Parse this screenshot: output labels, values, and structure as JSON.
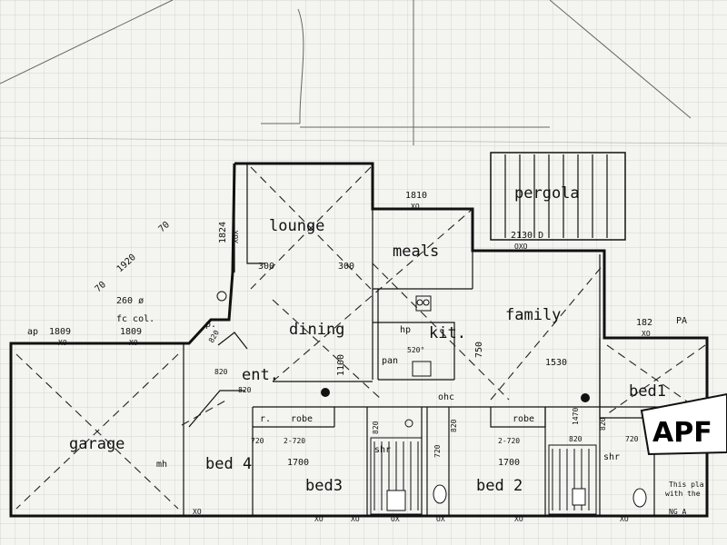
{
  "rooms": {
    "lounge": "lounge",
    "meals": "meals",
    "pergola": "pergola",
    "family": "family",
    "dining": "dining",
    "kit": "kit.",
    "garage": "garage",
    "bed4": "bed 4",
    "bed3": "bed3",
    "bed2": "bed 2",
    "bed1": "bed1",
    "ent": "ent.",
    "robe1": "robe",
    "robe2": "robe",
    "p": "p.",
    "r": "r.",
    "hp": "hp",
    "pan": "pan",
    "ohc": "ohc",
    "shr1": "shr",
    "shr2": "shr",
    "mh": "mh"
  },
  "dimensions": {
    "d1810": "1810",
    "d2130": "2130 D",
    "d1824": "1824",
    "d1920": "1920",
    "d70a": "70",
    "d70b": "70",
    "d300a": "300",
    "d300b": "300",
    "d260": "260 ø",
    "fccol": "fc col.",
    "d1809a": "1809",
    "d1809b": "1809",
    "dap": "ap",
    "d1100": "1100",
    "d750": "750",
    "d1530": "1530",
    "d1470": "1470",
    "d520": "520°",
    "d820a": "820",
    "d820b": "820",
    "d820c": "820",
    "d820d": "820",
    "d820e": "820",
    "d820f": "820",
    "d820g": "820",
    "d720a": "720",
    "d720b": "720",
    "d720c": "720",
    "d2720a": "2-720",
    "d2720b": "2-720",
    "d1700a": "1700",
    "d1700b": "1700",
    "d182": "182",
    "dpa": "PA",
    "dxo1": "XO",
    "dxo2": "XO",
    "dxo3": "XO",
    "dxo4": "XO",
    "dxo5": "OXO",
    "dxo6": "XO",
    "dxo7": "XO",
    "dxo8": "XO",
    "dxo9": "OX",
    "dxo10": "OX",
    "dxo11": "XO",
    "dxo12": "XO",
    "dxox": "XOX"
  },
  "stamp": {
    "text": "APF",
    "note1": "This pla",
    "note2": "with the",
    "note3": "NG A"
  },
  "colors": {
    "line": "#111111",
    "paper": "#f4f4f1",
    "grid": "#c9c9c6"
  }
}
